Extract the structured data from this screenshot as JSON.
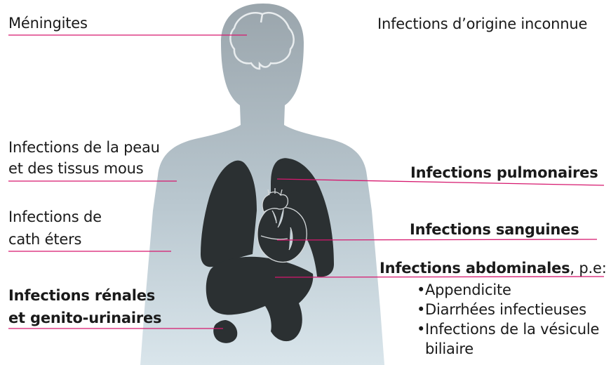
{
  "labels": {
    "meningites": "Méningites",
    "unknown_origin": "Infections d’origine inconnue",
    "skin_line1": "Infections de la peau",
    "skin_line2": "et des tissus mous",
    "catheter_line1": "Infections de",
    "catheter_line2": "cath éters",
    "renal_line1": "Infections rénales",
    "renal_line2": "et genito-urinaires",
    "pulmonary": "Infections pulmonaires",
    "blood": "Infections sanguines",
    "abdominal_bold": "Infections abdominales",
    "abdominal_rest": ", p.e:"
  },
  "abdominal_examples": [
    "Appendicite",
    "Diarrhées infectieuses",
    "Infections de la vésicule",
    "biliaire"
  ],
  "colors": {
    "leader_line": "#d6186e",
    "body_top": "#9aa5ac",
    "body_bottom": "#d6e3ea",
    "organ": "#2b3032",
    "brain_outline": "#e6eaec"
  }
}
